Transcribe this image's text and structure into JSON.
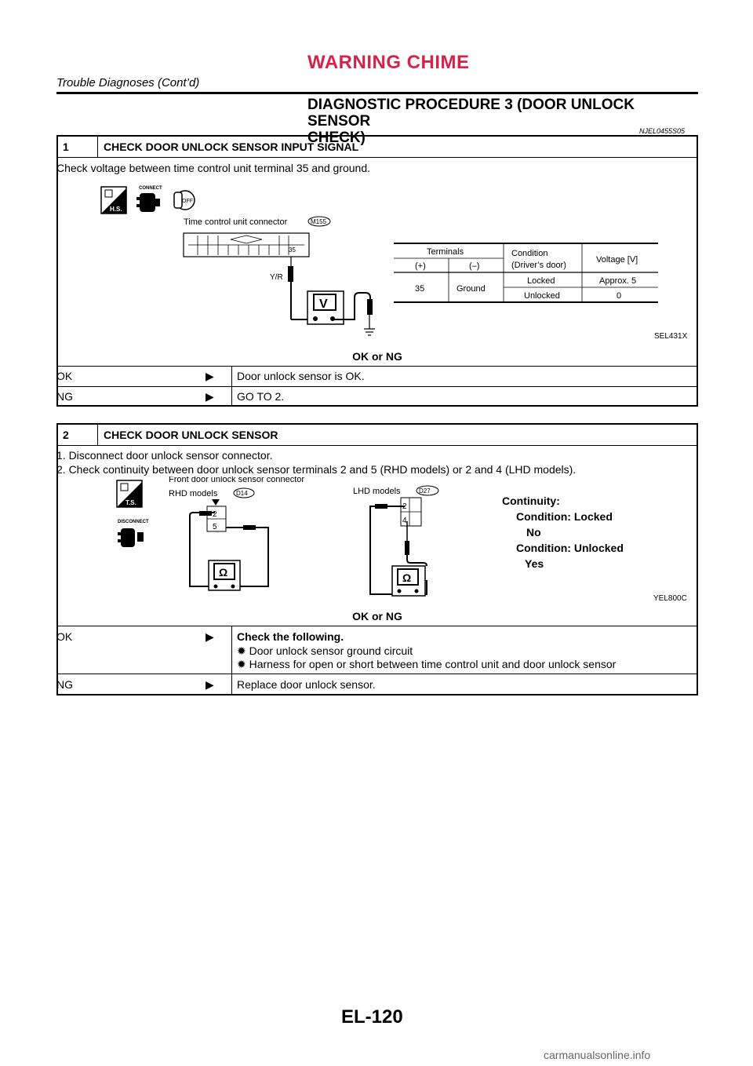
{
  "header": {
    "title": "WARNING CHIME",
    "subtitle": "Trouble Diagnoses (Cont’d)"
  },
  "section": {
    "title_line1": "DIAGNOSTIC PROCEDURE 3 (DOOR UNLOCK SENSOR",
    "title_line2": "CHECK)",
    "code": "NJEL0455S05"
  },
  "step1": {
    "number": "1",
    "heading": "CHECK DOOR UNLOCK SENSOR INPUT SIGNAL",
    "instruction": "Check voltage between time control unit terminal 35 and ground.",
    "diagram": {
      "hs_label": "H.S.",
      "connect_label": "CONNECT",
      "off_label": "OFF",
      "connector_label": "Time control unit connector",
      "connector_id": "M155",
      "pin": "35",
      "wire": "Y/R",
      "meter": "V",
      "figure_code": "SEL431X",
      "table": {
        "terminals": "Terminals",
        "plus": "(+)",
        "minus": "(–)",
        "condition": "Condition",
        "condition2": "(Driver’s door)",
        "voltage": "Voltage [V]",
        "rows": [
          {
            "plus": "35",
            "minus": "Ground",
            "condition": "Locked",
            "voltage": "Approx. 5"
          },
          {
            "condition": "Unlocked",
            "voltage": "0"
          }
        ]
      }
    },
    "okng": "OK or NG",
    "results": [
      {
        "status": "OK",
        "action": "Door unlock sensor is OK."
      },
      {
        "status": "NG",
        "action": "GO TO 2."
      }
    ]
  },
  "step2": {
    "number": "2",
    "heading": "CHECK DOOR UNLOCK SENSOR",
    "instructions": [
      "1. Disconnect door unlock sensor connector.",
      "2. Check continuity between door unlock sensor terminals 2 and 5 (RHD models) or 2 and 4 (LHD models)."
    ],
    "diagram": {
      "ts_label": "T.S.",
      "disconnect_label": "DISCONNECT",
      "connector_label": "Front door unlock sensor connector",
      "rhd_label": "RHD models",
      "rhd_id": "D14",
      "lhd_label": "LHD models",
      "lhd_id": "D27",
      "rhd_pins": [
        "2",
        "5"
      ],
      "lhd_pins": [
        "2",
        "4"
      ],
      "meter": "Ω",
      "continuity": [
        "Continuity:",
        "Condition: Locked",
        "No",
        "Condition: Unlocked",
        "Yes"
      ],
      "figure_code": "YEL800C"
    },
    "okng": "OK or NG",
    "results": [
      {
        "status": "OK",
        "action": "Check the following.",
        "bullets": [
          "Door unlock sensor ground circuit",
          "Harness for open or short between time control unit and door unlock sensor"
        ]
      },
      {
        "status": "NG",
        "action": "Replace door unlock sensor."
      }
    ]
  },
  "footer": {
    "page": "EL-120",
    "watermark": "carmanualsonline.info"
  }
}
